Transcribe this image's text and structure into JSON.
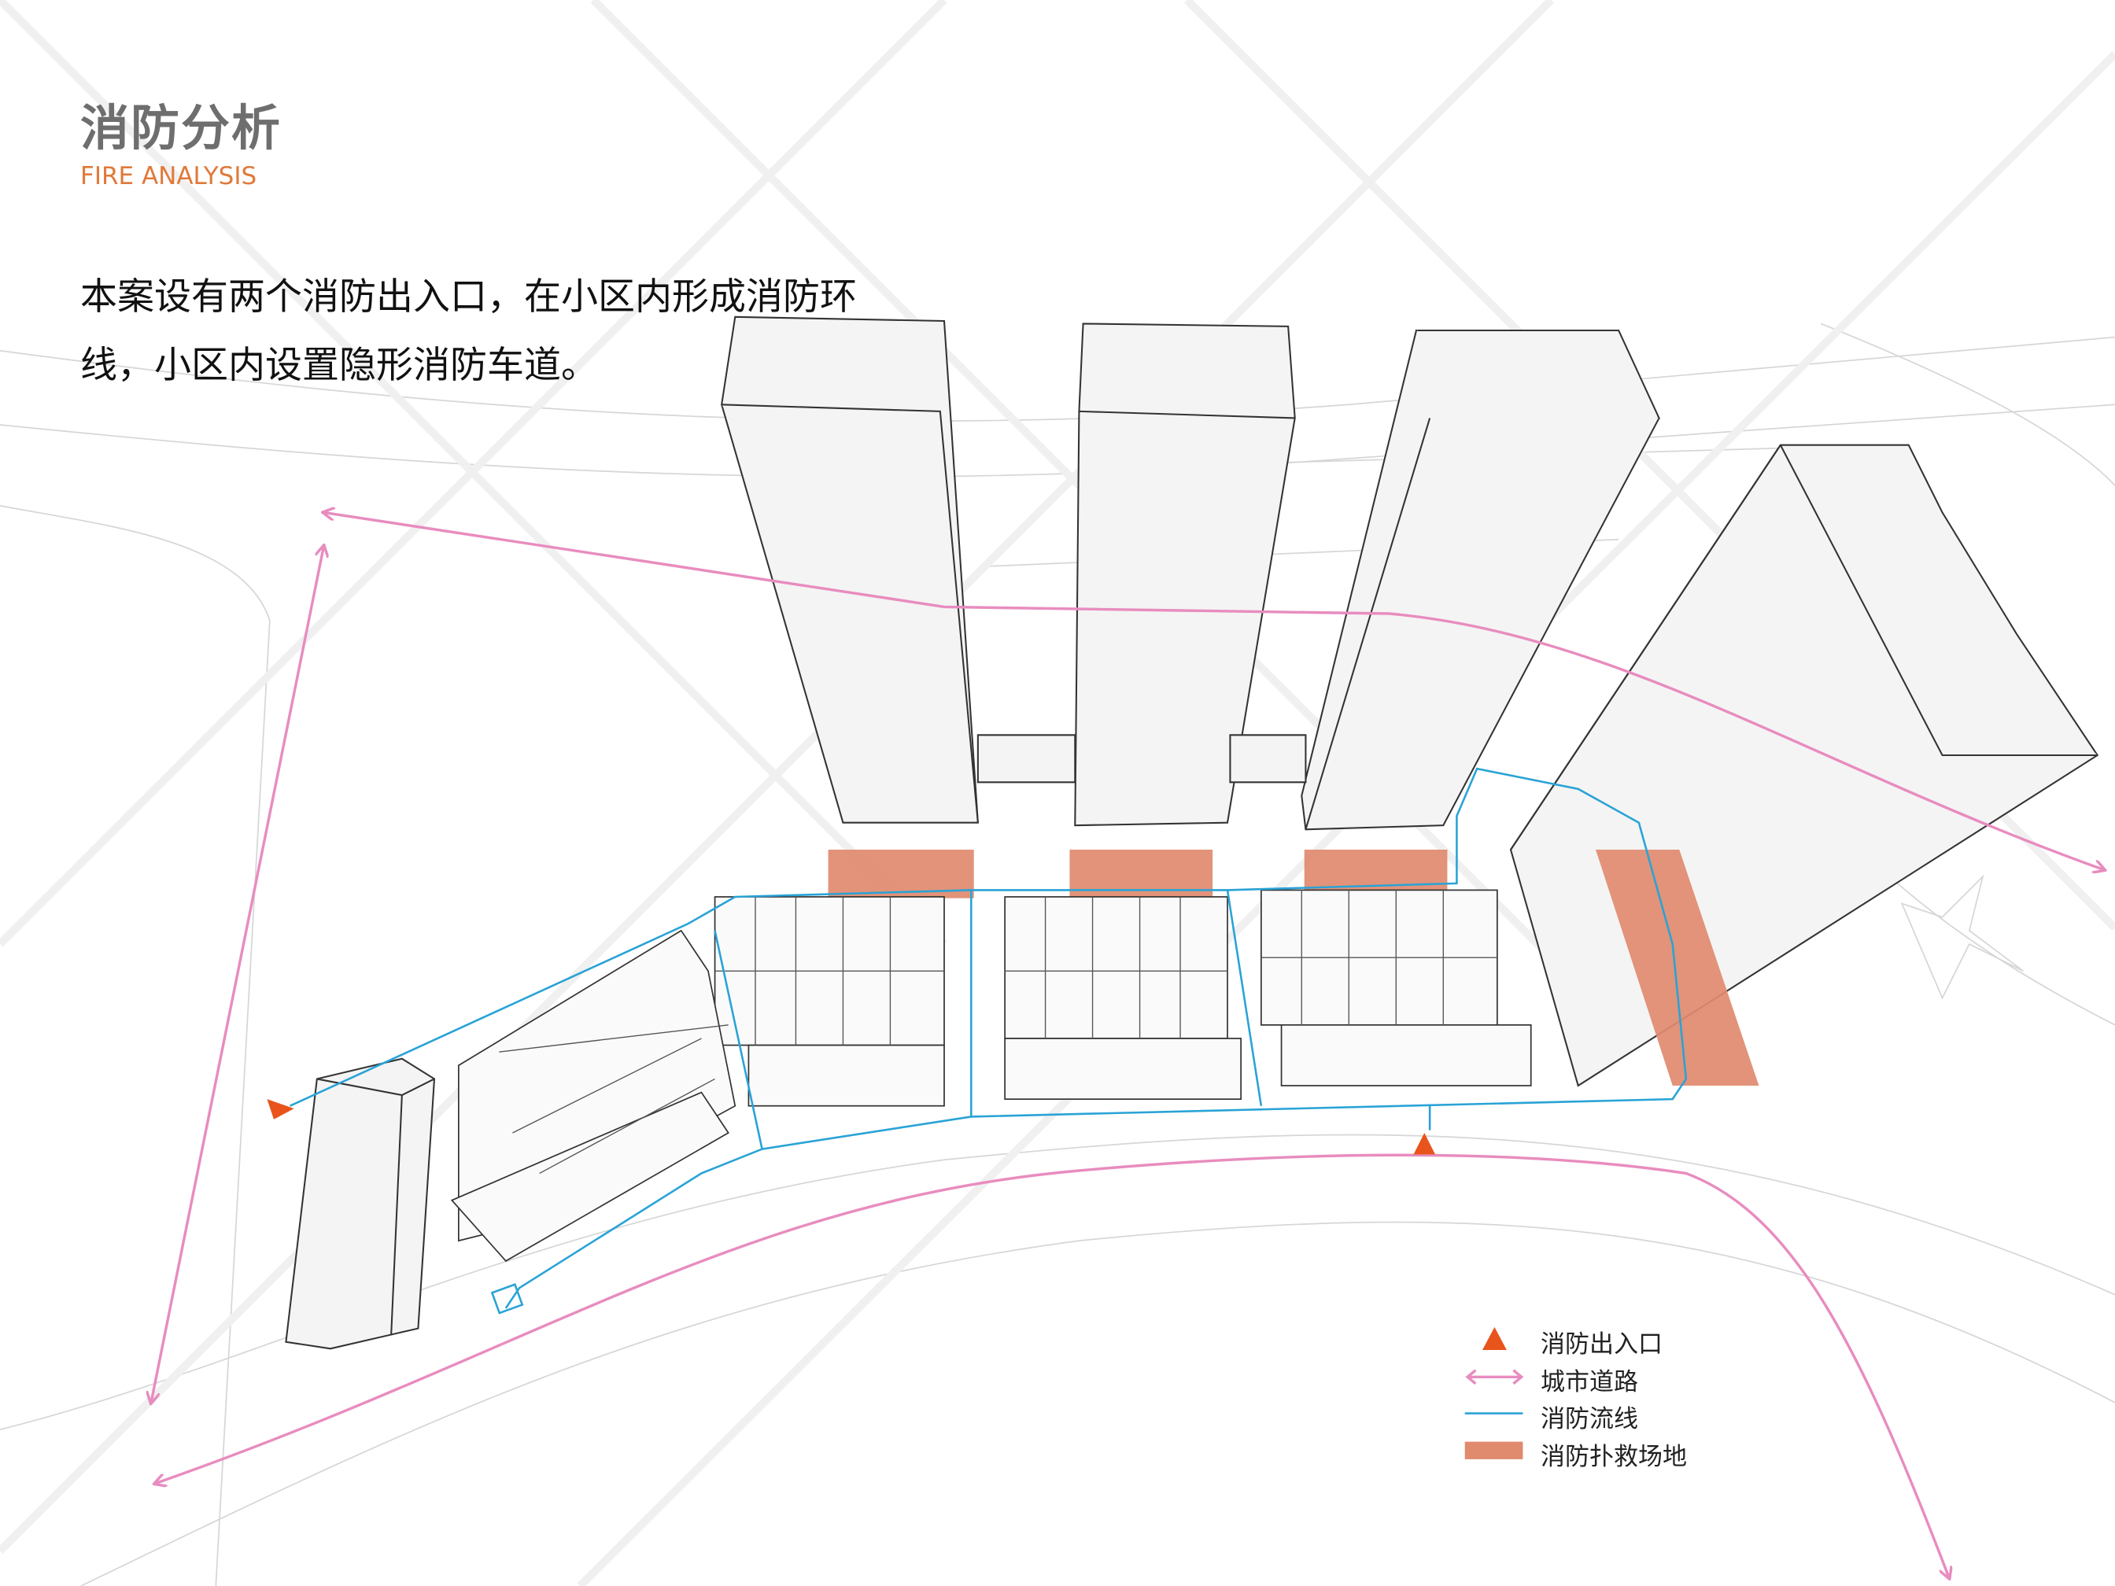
{
  "header": {
    "title": "消防分析",
    "subtitle": "FIRE ANALYSIS"
  },
  "description": {
    "line1": "本案设有两个消防出入口，在小区内形成消防环",
    "line2": "线，小区内设置隐形消防车道。"
  },
  "legend": {
    "items": [
      {
        "icon": "triangle-icon",
        "label": "消防出入口",
        "color": "#e8541c"
      },
      {
        "icon": "double-arrow-icon",
        "label": "城市道路",
        "color": "#e88cbf"
      },
      {
        "icon": "line-icon",
        "label": "消防流线",
        "color": "#29a3d6"
      },
      {
        "icon": "rect-icon",
        "label": "消防扑救场地",
        "color": "#e08a6e"
      }
    ]
  },
  "colors": {
    "road": "#e88cbf",
    "fire_route": "#29a3d6",
    "rescue_area": "#e08a6e",
    "entrance": "#e8541c"
  }
}
